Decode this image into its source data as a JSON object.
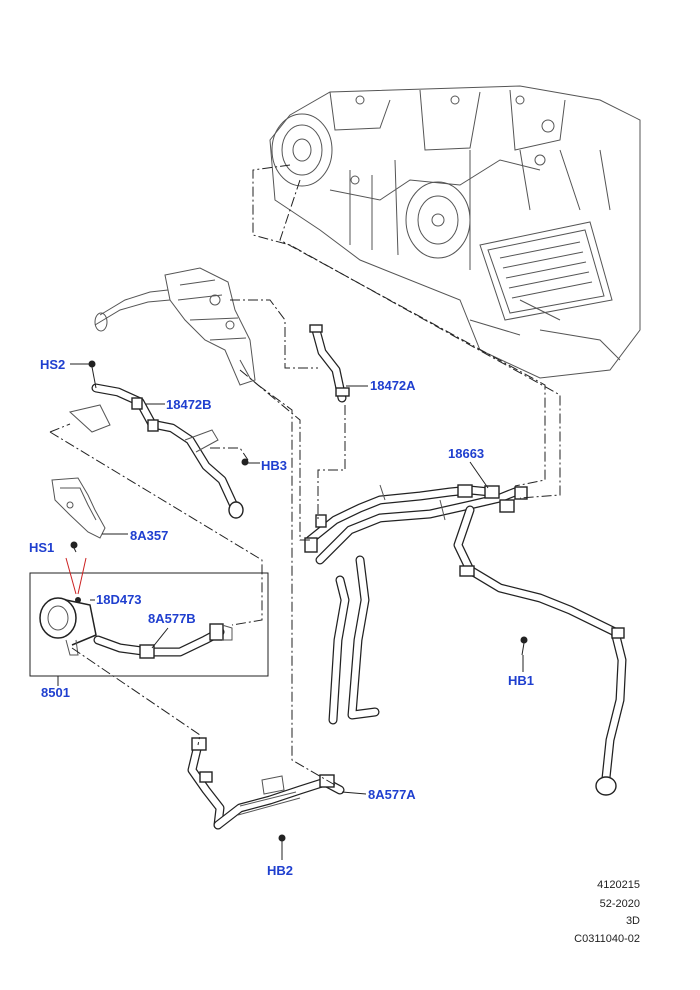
{
  "diagram": {
    "callouts": {
      "hs2": "HS2",
      "p18472b": "18472B",
      "hb3": "HB3",
      "p18472a": "18472A",
      "p18663": "18663",
      "p8a357": "8A357",
      "hs1": "HS1",
      "p18d473": "18D473",
      "p8a577b": "8A577B",
      "p8501": "8501",
      "hb1": "HB1",
      "p8a577a": "8A577A",
      "hb2": "HB2"
    },
    "meta": {
      "ref": "4120215",
      "date": "52-2020",
      "view": "3D",
      "code": "C0311040-02"
    },
    "colors": {
      "callout": "#1f3fcf",
      "line": "#222222",
      "hose": "#2a2a2a",
      "pointer": "#cc2222"
    }
  }
}
